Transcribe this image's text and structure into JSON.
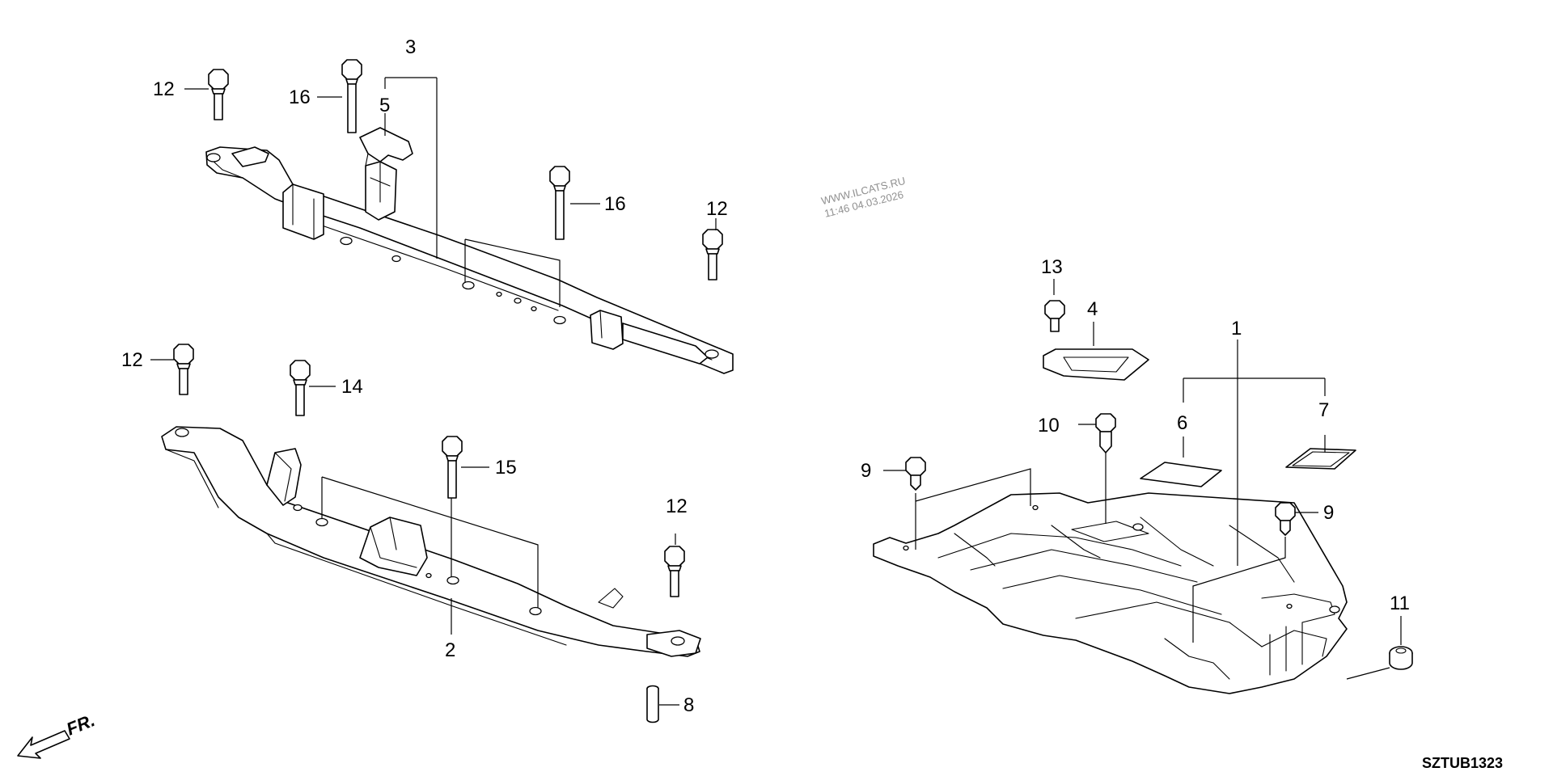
{
  "diagram_code": "SZTUB1323",
  "watermark": {
    "line1": "WWW.ILCATS.RU",
    "line2": "11:46 04.03.2026"
  },
  "direction_label": "FR.",
  "callouts": {
    "c1": "1",
    "c2": "2",
    "c3": "3",
    "c4": "4",
    "c5": "5",
    "c6": "6",
    "c7": "7",
    "c8": "8",
    "c9a": "9",
    "c9b": "9",
    "c10": "10",
    "c11": "11",
    "c12a": "12",
    "c12b": "12",
    "c12c": "12",
    "c12d": "12",
    "c13": "13",
    "c14": "14",
    "c15": "15",
    "c16a": "16",
    "c16b": "16"
  }
}
